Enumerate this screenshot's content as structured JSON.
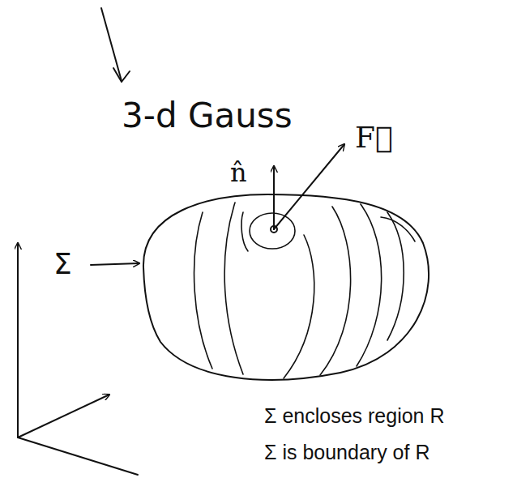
{
  "diagram": {
    "labels": [
      "3-d Gauss",
      "n̂",
      "F⃗",
      "Σ",
      "Σ encloses region R",
      "Σ is boundary of R"
    ]
  }
}
